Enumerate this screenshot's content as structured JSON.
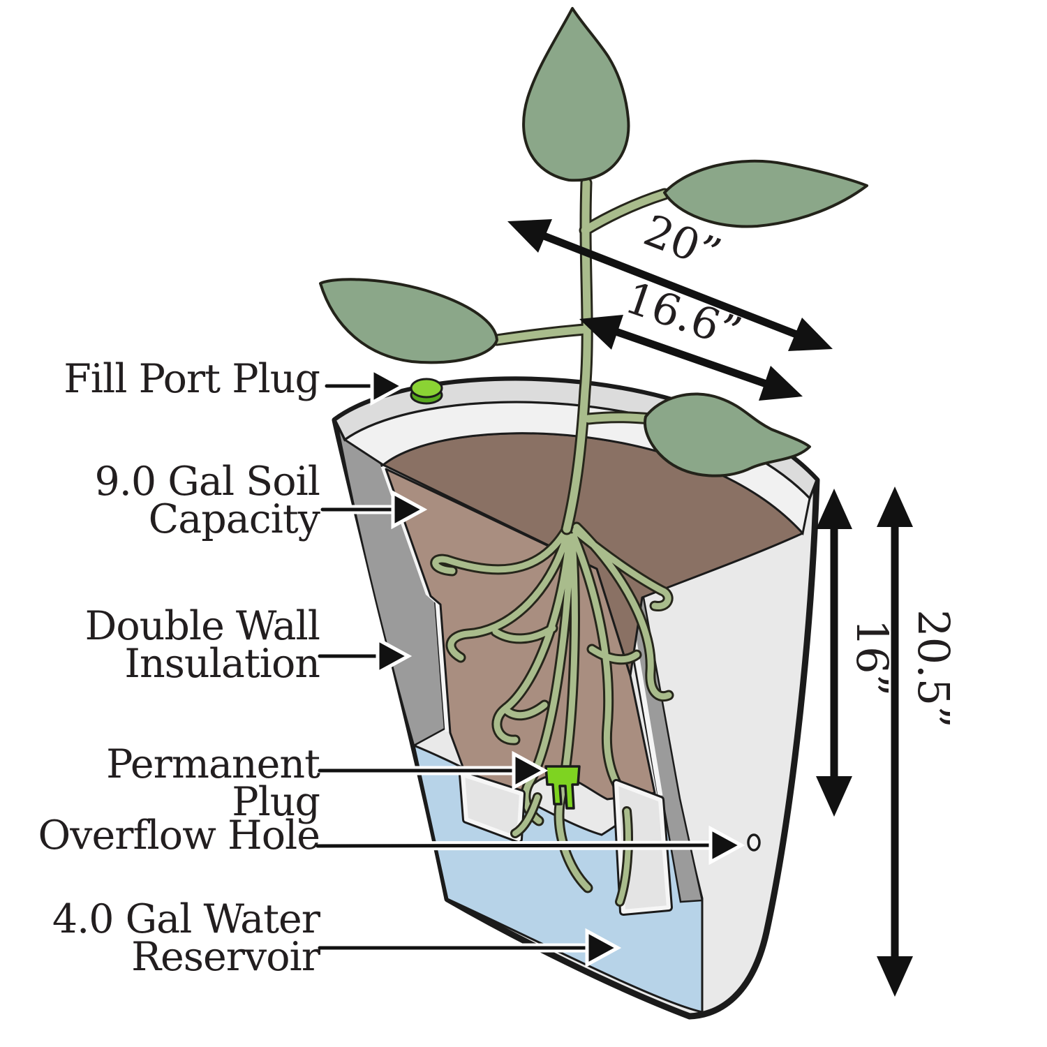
{
  "figure": {
    "type": "product-cutaway-diagram",
    "subject": "Self-watering double-wall planter cross-section with plant"
  },
  "labels": {
    "fill_port_plug": {
      "line1": "Fill Port Plug"
    },
    "soil_capacity": {
      "line1": "9.0 Gal Soil",
      "line2": "Capacity"
    },
    "double_wall": {
      "line1": "Double Wall",
      "line2": "Insulation"
    },
    "permanent_plug": {
      "line1": "Permanent Plug"
    },
    "overflow_hole": {
      "line1": "Overflow Hole"
    },
    "water_reservoir": {
      "line1": "4.0 Gal Water",
      "line2": "Reservoir"
    }
  },
  "dimensions": {
    "outer_width": "20”",
    "inner_width": "16.6”",
    "inner_height": "16”",
    "outer_height": "20.5”"
  },
  "colors": {
    "outline": "#1b1b1b",
    "pot_light": "#e9e9e9",
    "rim_outer_band": "#dcdcdc",
    "rim_inner_band": "#f1f1f1",
    "wall_cut_gray": "#9b9b9b",
    "inner_wall_white": "#f5f5f5",
    "soil_dark": "#8a7164",
    "soil_light": "#a98e80",
    "water_blue": "#b7d3e8",
    "leaf_green": "#8ba789",
    "stem_green": "#a9bc8c",
    "plug_green": "#7ed321",
    "fill_plug_green": "#8bd334",
    "text": "#221e1f"
  }
}
